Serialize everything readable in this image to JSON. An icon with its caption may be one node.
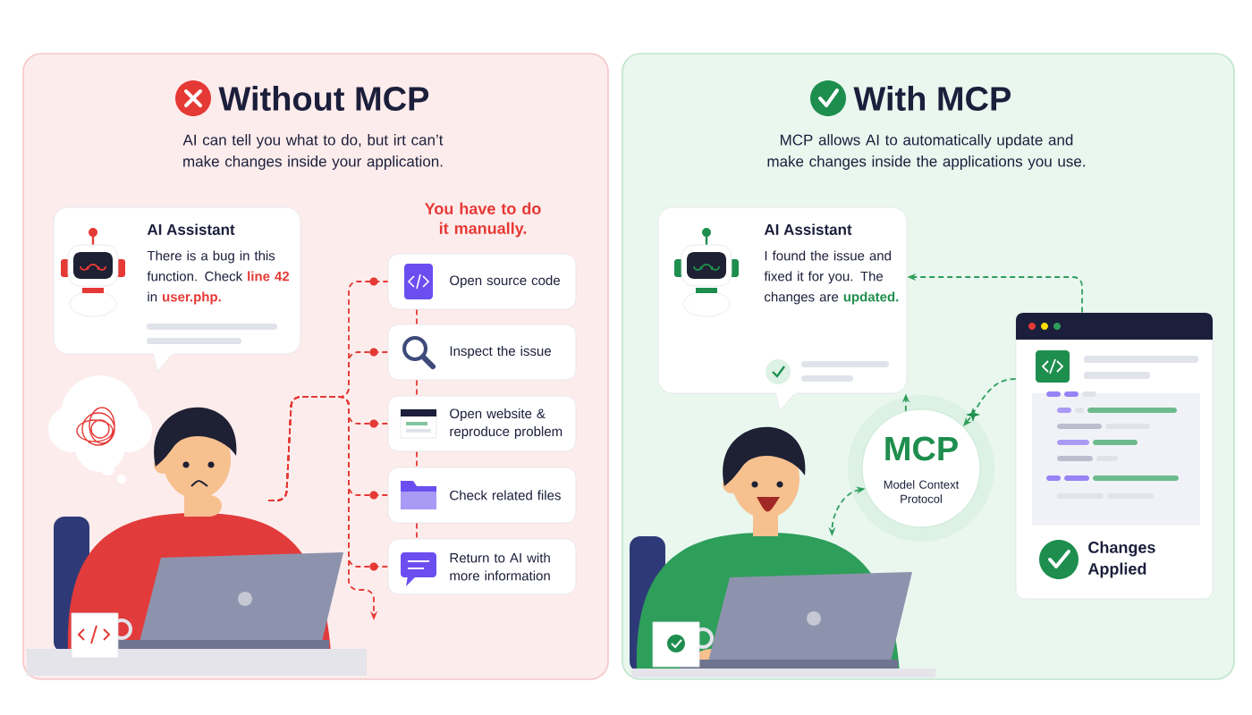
{
  "diagram": {
    "nodes": [
      {
        "text": [
          "Without MCP",
          "AI can tell you what to do, but irt can’t make changes inside your application."
        ]
      },
      {
        "text": [
          "AI Assistant",
          "There is a bug in this function. Check **line 42** in **user.php.**"
        ],
        "in": 0
      },
      {
        "text": [],
        "shape": "person",
        "in": 0
      },
      {
        "text": [
          "Open source code"
        ],
        "in": 0
      },
      {
        "text": [
          "Inspect the issue"
        ],
        "in": 0
      },
      {
        "text": [
          "Open website & reproduce problem"
        ],
        "in": 0
      },
      {
        "text": [
          "Check related files"
        ],
        "in": 0
      },
      {
        "text": [
          "Return to AI with more information"
        ],
        "in": 0
      },
      {
        "text": [
          "With MCP",
          "MCP allows AI to automatically update and make changes inside the applications you use."
        ]
      },
      {
        "text": [
          "AI Assistant",
          "I found the issue and fixed it for you. The changes are **updated.**"
        ],
        "in": 8
      },
      {
        "text": [],
        "shape": "person",
        "in": 8
      },
      {
        "text": [
          "MCP",
          "Model Context Protocol"
        ],
        "in": 8
      },
      {
        "text": [
          "Changes Applied"
        ],
        "in": 8
      }
    ],
    "edges": [
      {
        "from": 2,
        "to": 3,
        "arrow": "none",
        "style": "dashed"
      },
      {
        "from": 2,
        "to": 4,
        "arrow": "none",
        "style": "dashed"
      },
      {
        "from": 2,
        "to": 5,
        "arrow": "none",
        "style": "dashed"
      },
      {
        "from": 2,
        "to": 6,
        "arrow": "none",
        "style": "dashed"
      },
      {
        "from": 2,
        "to": 7,
        "arrow": "none",
        "style": "dashed"
      },
      {
        "from": 2,
        "to": null,
        "arrow": "to",
        "style": "dashed"
      },
      {
        "from": 3,
        "to": 4,
        "arrow": "none",
        "style": "dashed"
      },
      {
        "from": 4,
        "to": 5,
        "arrow": "none",
        "style": "dashed"
      },
      {
        "from": 5,
        "to": 6,
        "arrow": "none",
        "style": "dashed"
      },
      {
        "from": 6,
        "to": 7,
        "arrow": "none",
        "style": "dashed"
      },
      {
        "from": 12,
        "to": 9,
        "arrow": "to",
        "style": "dashed",
        "color": "#2e9e5b"
      },
      {
        "from": 12,
        "to": 11,
        "arrow": "to",
        "style": "dashed",
        "color": "#2e9e5b"
      },
      {
        "from": 11,
        "to": 9,
        "arrow": "to",
        "style": "dashed",
        "color": "#2e9e5b"
      },
      {
        "from": 11,
        "to": 10,
        "arrow": "both",
        "style": "dashed",
        "color": "#2e9e5b"
      }
    ],
    "labels": [
      "You have to do it manually."
    ]
  }
}
